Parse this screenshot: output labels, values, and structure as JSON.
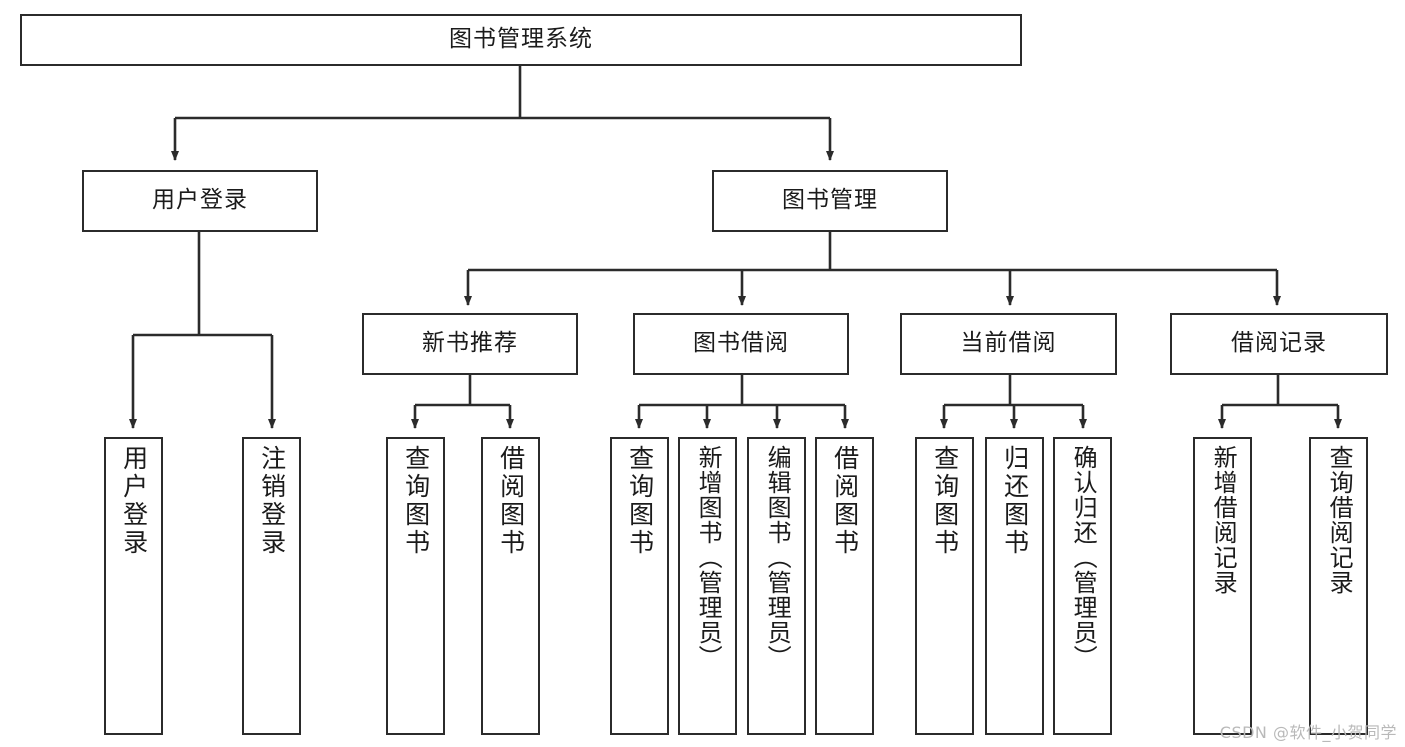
{
  "diagram": {
    "type": "tree-hierarchy",
    "title_node": {
      "id": "root",
      "label": "图书管理系统"
    },
    "level2": [
      {
        "id": "user-login",
        "label": "用户登录"
      },
      {
        "id": "book-manage",
        "label": "图书管理"
      }
    ],
    "level3": [
      {
        "id": "new-book-rec",
        "label": "新书推荐"
      },
      {
        "id": "book-borrow",
        "label": "图书借阅"
      },
      {
        "id": "current-borrow",
        "label": "当前借阅"
      },
      {
        "id": "borrow-record",
        "label": "借阅记录"
      }
    ],
    "leaves": {
      "user_login": [
        {
          "id": "leaf-user-login",
          "label": "用户登录"
        },
        {
          "id": "leaf-logout",
          "label": "注销登录"
        }
      ],
      "new_book_rec": [
        {
          "id": "leaf-query-book-1",
          "label": "查询图书"
        },
        {
          "id": "leaf-borrow-book-1",
          "label": "借阅图书"
        }
      ],
      "book_borrow": [
        {
          "id": "leaf-query-book-2",
          "label": "查询图书"
        },
        {
          "id": "leaf-add-book",
          "label": "新增图书（管理员）"
        },
        {
          "id": "leaf-edit-book",
          "label": "编辑图书（管理员）"
        },
        {
          "id": "leaf-borrow-book-2",
          "label": "借阅图书"
        }
      ],
      "current_borrow": [
        {
          "id": "leaf-query-book-3",
          "label": "查询图书"
        },
        {
          "id": "leaf-return-book",
          "label": "归还图书"
        },
        {
          "id": "leaf-confirm-return",
          "label": "确认归还（管理员）"
        }
      ],
      "borrow_record": [
        {
          "id": "leaf-add-record",
          "label": "新增借阅记录"
        },
        {
          "id": "leaf-query-record",
          "label": "查询借阅记录"
        }
      ]
    },
    "edges": [
      {
        "from": "root",
        "to": "user-login"
      },
      {
        "from": "root",
        "to": "book-manage"
      },
      {
        "from": "user-login",
        "to": "leaf-user-login"
      },
      {
        "from": "user-login",
        "to": "leaf-logout"
      },
      {
        "from": "book-manage",
        "to": "new-book-rec"
      },
      {
        "from": "book-manage",
        "to": "book-borrow"
      },
      {
        "from": "book-manage",
        "to": "current-borrow"
      },
      {
        "from": "book-manage",
        "to": "borrow-record"
      },
      {
        "from": "new-book-rec",
        "to": "leaf-query-book-1"
      },
      {
        "from": "new-book-rec",
        "to": "leaf-borrow-book-1"
      },
      {
        "from": "book-borrow",
        "to": "leaf-query-book-2"
      },
      {
        "from": "book-borrow",
        "to": "leaf-add-book"
      },
      {
        "from": "book-borrow",
        "to": "leaf-edit-book"
      },
      {
        "from": "book-borrow",
        "to": "leaf-borrow-book-2"
      },
      {
        "from": "current-borrow",
        "to": "leaf-query-book-3"
      },
      {
        "from": "current-borrow",
        "to": "leaf-return-book"
      },
      {
        "from": "current-borrow",
        "to": "leaf-confirm-return"
      },
      {
        "from": "borrow-record",
        "to": "leaf-add-record"
      },
      {
        "from": "borrow-record",
        "to": "leaf-query-record"
      }
    ],
    "colors": {
      "stroke": "#2b2b2b",
      "fill": "#ffffff",
      "text": "#1b1b1b",
      "watermark": "#b9b9b9"
    }
  },
  "watermark": {
    "text": "CSDN @软件_小贺同学"
  }
}
